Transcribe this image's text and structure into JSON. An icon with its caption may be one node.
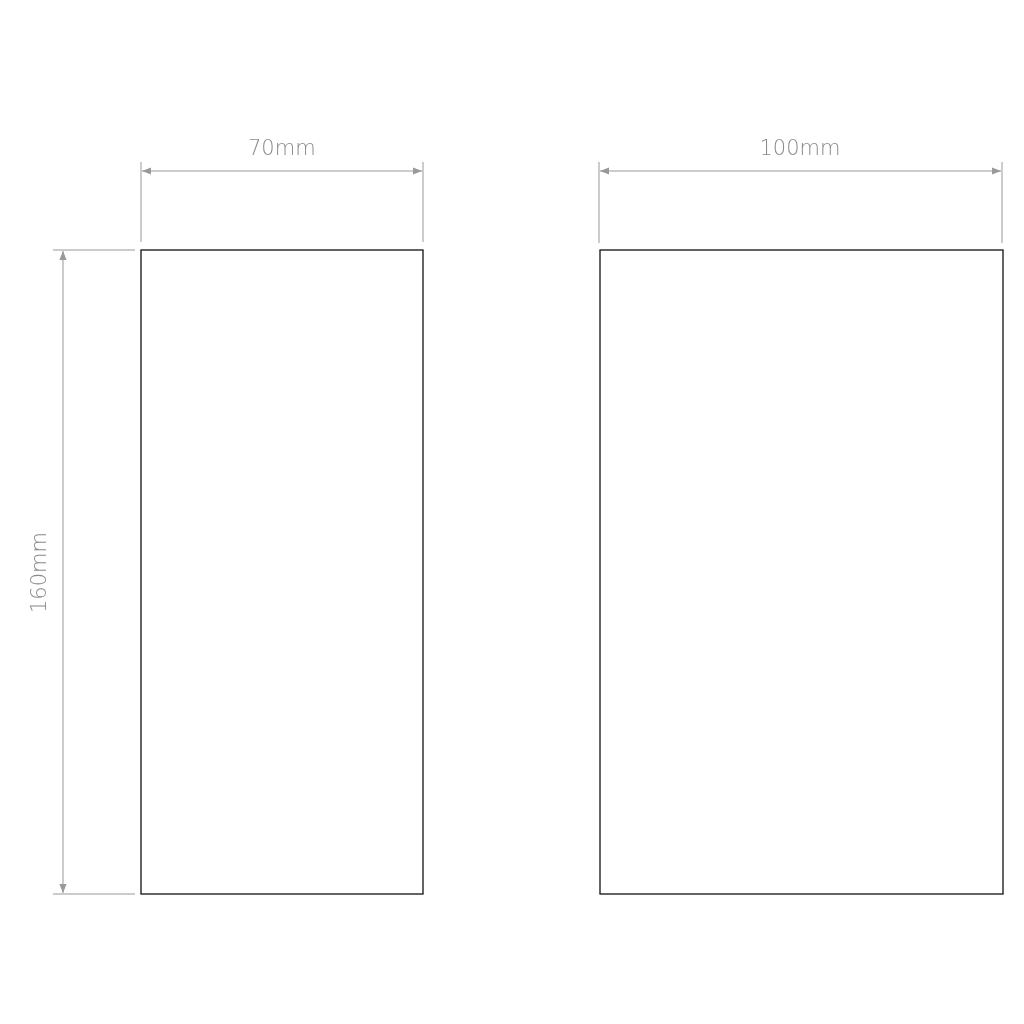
{
  "diagram": {
    "nodes": [
      {
        "text": [],
        "shape": "box"
      },
      {
        "text": [],
        "shape": "box"
      }
    ],
    "labels": [
      "70mm",
      "100mm",
      "160mm"
    ]
  }
}
